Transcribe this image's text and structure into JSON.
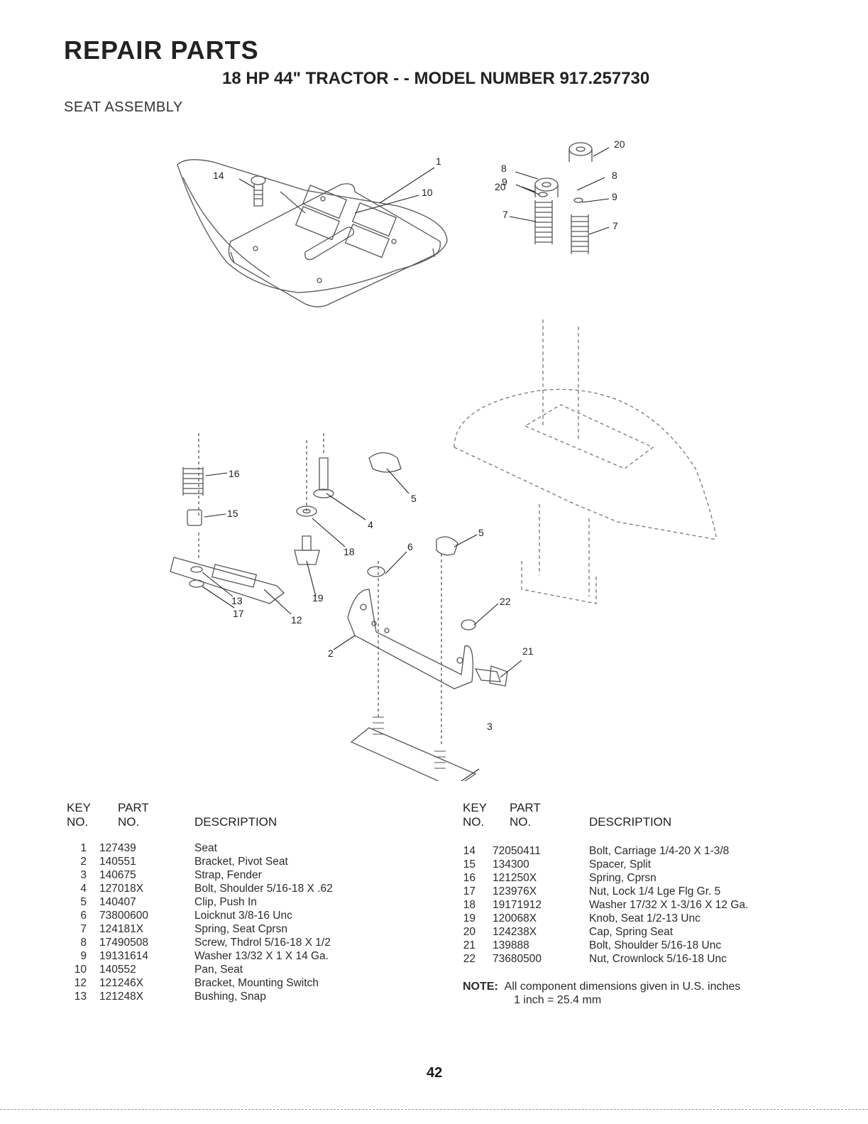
{
  "header": {
    "title": "REPAIR PARTS",
    "subtitle": "18 HP 44\" TRACTOR - - MODEL NUMBER 917.257730",
    "section": "SEAT ASSEMBLY"
  },
  "diagram": {
    "callouts": [
      "1",
      "20",
      "20",
      "8",
      "8",
      "9",
      "9",
      "7",
      "7",
      "14",
      "10",
      "16",
      "15",
      "4",
      "5",
      "18",
      "6",
      "5",
      "19",
      "13",
      "17",
      "12",
      "22",
      "21",
      "2",
      "3"
    ]
  },
  "table": {
    "headers": {
      "key_line1": "KEY",
      "key_line2": "NO.",
      "part_line1": "PART",
      "part_line2": "NO.",
      "desc": "DESCRIPTION"
    },
    "left_rows": [
      {
        "key": "1",
        "part": "127439",
        "desc": "Seat"
      },
      {
        "key": "2",
        "part": "140551",
        "desc": "Bracket, Pivot Seat"
      },
      {
        "key": "3",
        "part": "140675",
        "desc": "Strap, Fender"
      },
      {
        "key": "4",
        "part": "127018X",
        "desc": "Bolt, Shoulder  5/16-18 X .62"
      },
      {
        "key": "5",
        "part": "140407",
        "desc": "Clip, Push In"
      },
      {
        "key": "6",
        "part": "73800600",
        "desc": "Loicknut  3/8-16 Unc"
      },
      {
        "key": "7",
        "part": "124181X",
        "desc": "Spring, Seat Cprsn"
      },
      {
        "key": "8",
        "part": "17490508",
        "desc": "Screw, Thdrol  5/16-18 X 1/2"
      },
      {
        "key": "9",
        "part": "19131614",
        "desc": "Washer  13/32 X 1 X 14 Ga."
      },
      {
        "key": "10",
        "part": "140552",
        "desc": "Pan, Seat"
      },
      {
        "key": "12",
        "part": "121246X",
        "desc": "Bracket, Mounting Switch"
      },
      {
        "key": "13",
        "part": "121248X",
        "desc": "Bushing, Snap"
      }
    ],
    "right_rows": [
      {
        "key": "14",
        "part": "72050411",
        "desc": "Bolt, Carriage  1/4-20 X 1-3/8"
      },
      {
        "key": "15",
        "part": "134300",
        "desc": "Spacer, Split"
      },
      {
        "key": "16",
        "part": "121250X",
        "desc": "Spring, Cprsn"
      },
      {
        "key": "17",
        "part": "123976X",
        "desc": "Nut, Lock  1/4 Lge Flg Gr. 5"
      },
      {
        "key": "18",
        "part": "19171912",
        "desc": "Washer  17/32 X 1-3/16 X 12 Ga."
      },
      {
        "key": "19",
        "part": "120068X",
        "desc": "Knob, Seat  1/2-13 Unc"
      },
      {
        "key": "20",
        "part": "124238X",
        "desc": "Cap, Spring Seat"
      },
      {
        "key": "21",
        "part": "139888",
        "desc": "Bolt, Shoulder  5/16-18 Unc"
      },
      {
        "key": "22",
        "part": "73680500",
        "desc": "Nut, Crownlock  5/16-18 Unc"
      }
    ]
  },
  "note": {
    "label": "NOTE:",
    "line1": "All component dimensions given in U.S. inches",
    "line2": "1 inch = 25.4 mm"
  },
  "page_number": "42"
}
